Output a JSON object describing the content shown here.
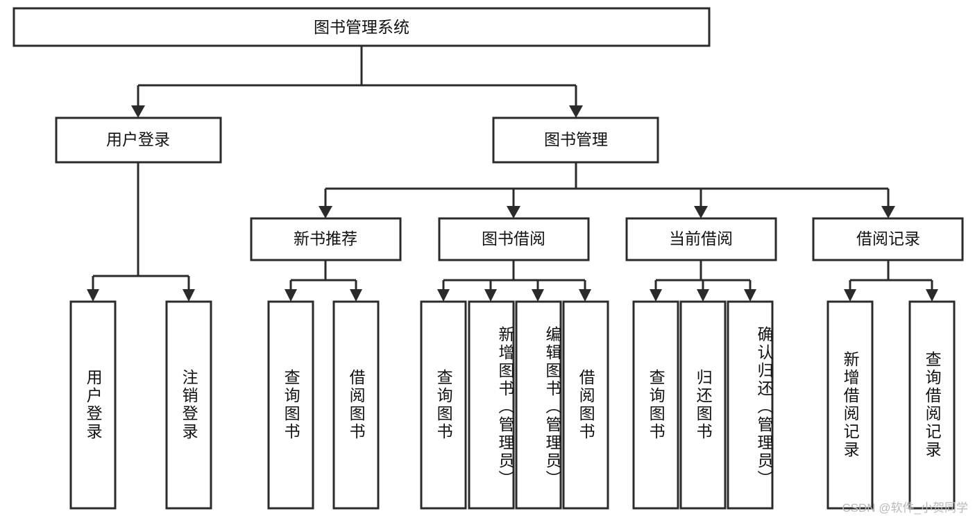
{
  "diagram": {
    "title": "图书管理系统",
    "type": "hierarchy-tree",
    "watermark": "CSDN @软件_小贺同学",
    "root": {
      "label": "图书管理系统",
      "id": "root"
    },
    "level2": [
      {
        "id": "user-login",
        "label": "用户登录"
      },
      {
        "id": "book-management",
        "label": "图书管理"
      }
    ],
    "level3": [
      {
        "id": "new-book-recommend",
        "label": "新书推荐",
        "parent": "book-management"
      },
      {
        "id": "book-borrow",
        "label": "图书借阅",
        "parent": "book-management"
      },
      {
        "id": "current-borrow",
        "label": "当前借阅",
        "parent": "book-management"
      },
      {
        "id": "borrow-record",
        "label": "借阅记录",
        "parent": "book-management"
      }
    ],
    "leaves": {
      "user-login": [
        {
          "id": "leaf-user-login",
          "label": "用户登录"
        },
        {
          "id": "leaf-logout",
          "label": "注销登录"
        }
      ],
      "new-book-recommend": [
        {
          "id": "leaf-query-book-1",
          "label": "查询图书"
        },
        {
          "id": "leaf-borrow-book-1",
          "label": "借阅图书"
        }
      ],
      "book-borrow": [
        {
          "id": "leaf-query-book-2",
          "label": "查询图书"
        },
        {
          "id": "leaf-add-book",
          "label": "新增图书（管理员）"
        },
        {
          "id": "leaf-edit-book",
          "label": "编辑图书（管理员）"
        },
        {
          "id": "leaf-borrow-book-2",
          "label": "借阅图书"
        }
      ],
      "current-borrow": [
        {
          "id": "leaf-query-book-3",
          "label": "查询图书"
        },
        {
          "id": "leaf-return-book",
          "label": "归还图书"
        },
        {
          "id": "leaf-confirm-return",
          "label": "确认归还（管理员）"
        }
      ],
      "borrow-record": [
        {
          "id": "leaf-add-record",
          "label": "新增借阅记录"
        },
        {
          "id": "leaf-query-record",
          "label": "查询借阅记录"
        }
      ]
    },
    "colors": {
      "box_stroke": "#2b2b2b",
      "box_fill": "#ffffff",
      "text": "#111111",
      "watermark": "#b9b9b9",
      "background": "#ffffff"
    }
  }
}
